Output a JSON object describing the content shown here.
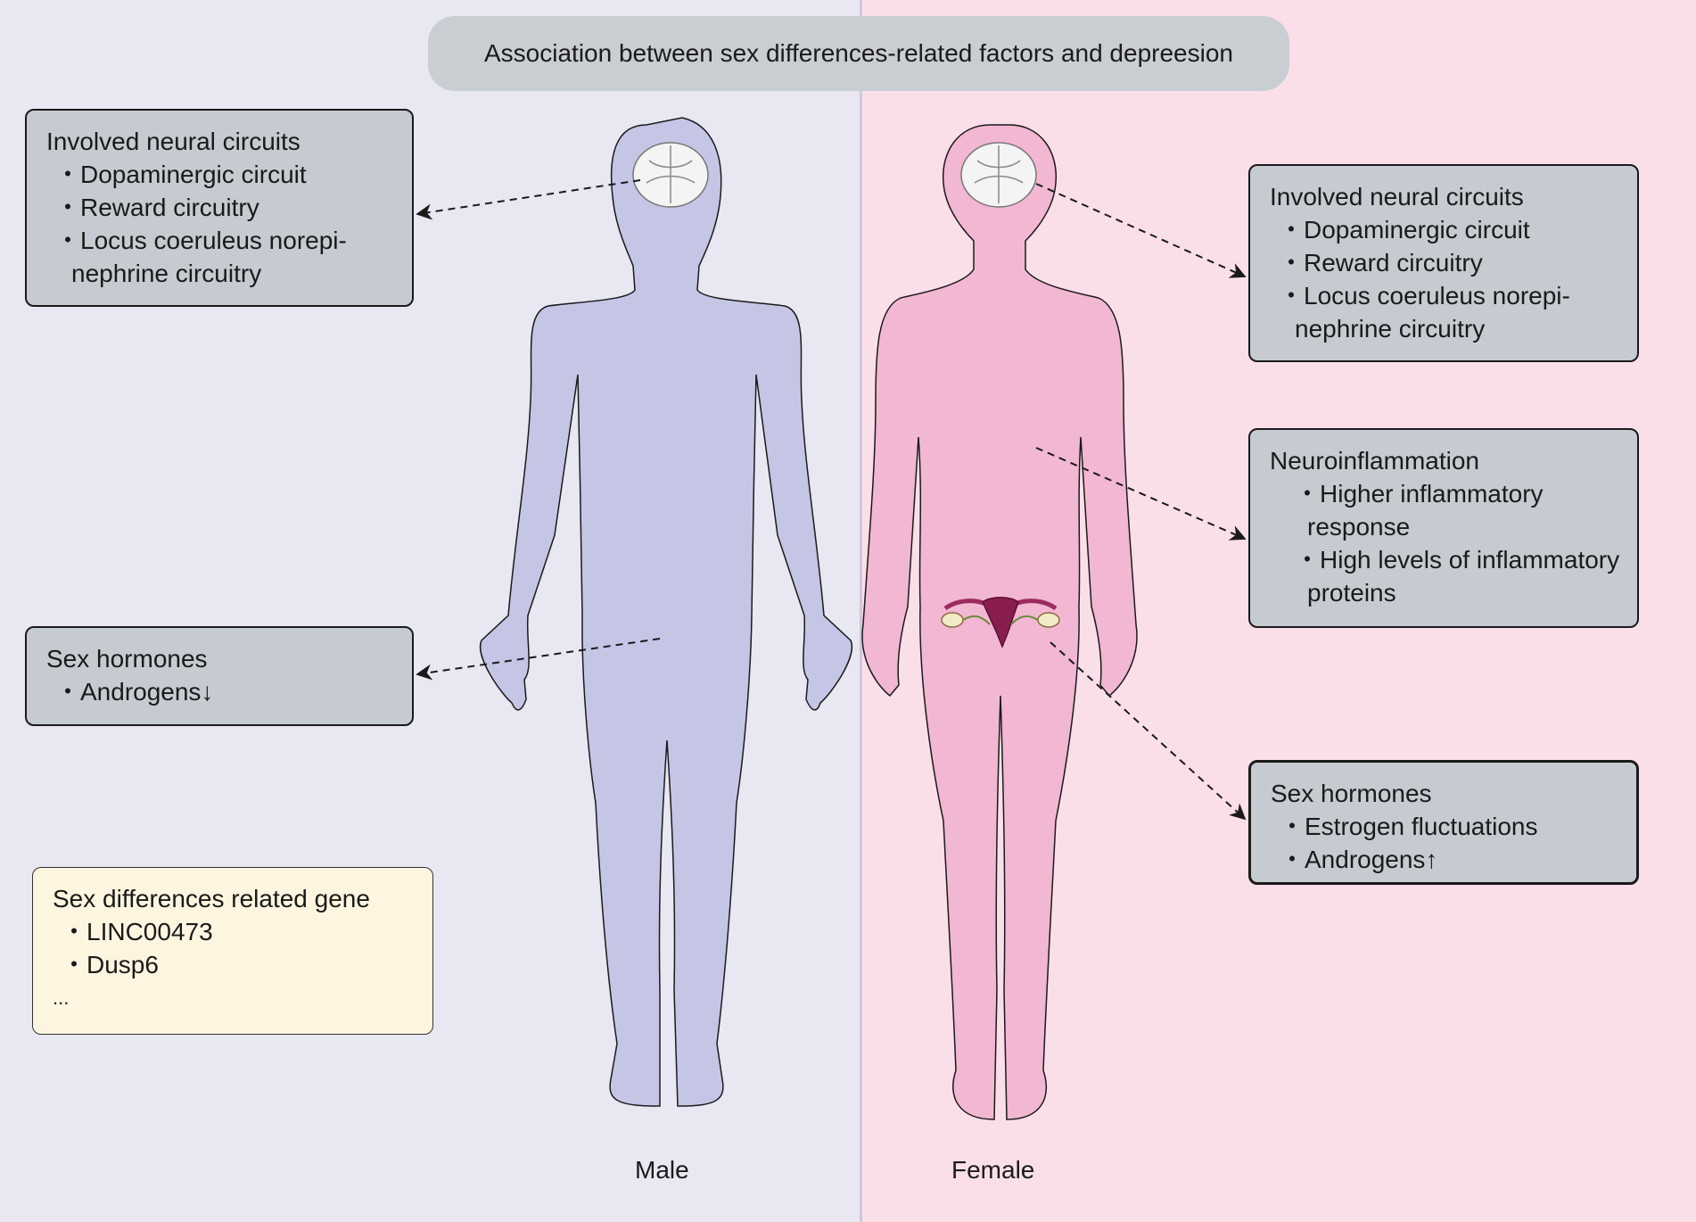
{
  "title": "Association between sex differences-related factors and depreesion",
  "male": {
    "label": "Male",
    "neural_box": {
      "heading": "Involved neural circuits",
      "items": [
        "・Dopaminergic circuit",
        "・Reward circuitry",
        "・Locus coeruleus norepi-",
        "nephrine circuitry"
      ]
    },
    "hormone_box": {
      "heading": "Sex hormones",
      "items": [
        "・Androgens↓"
      ]
    },
    "gene_box": {
      "heading": "Sex differences related gene",
      "items": [
        "・LINC00473",
        "・Dusp6",
        "..."
      ]
    }
  },
  "female": {
    "label": "Female",
    "neural_box": {
      "heading": "Involved neural circuits",
      "items": [
        "・Dopaminergic circuit",
        "・Reward circuitry",
        "・Locus coeruleus norepi-",
        "nephrine circuitry"
      ]
    },
    "inflammation_box": {
      "heading": "Neuroinflammation",
      "items": [
        "・Higher inflammatory",
        "response",
        "・High levels of inflammatory",
        "proteins"
      ]
    },
    "hormone_box": {
      "heading": "Sex hormones",
      "items": [
        "・Estrogen fluctuations",
        "・Androgens↑"
      ]
    }
  },
  "colors": {
    "male_background": "#e8e7f2",
    "female_background": "#fadfe9",
    "male_body": "#c5c6e6",
    "female_body": "#f2b7d3",
    "box_fill": "#c5cbd0",
    "gene_box_fill": "#fdf5df",
    "title_fill": "#c9ced3"
  }
}
